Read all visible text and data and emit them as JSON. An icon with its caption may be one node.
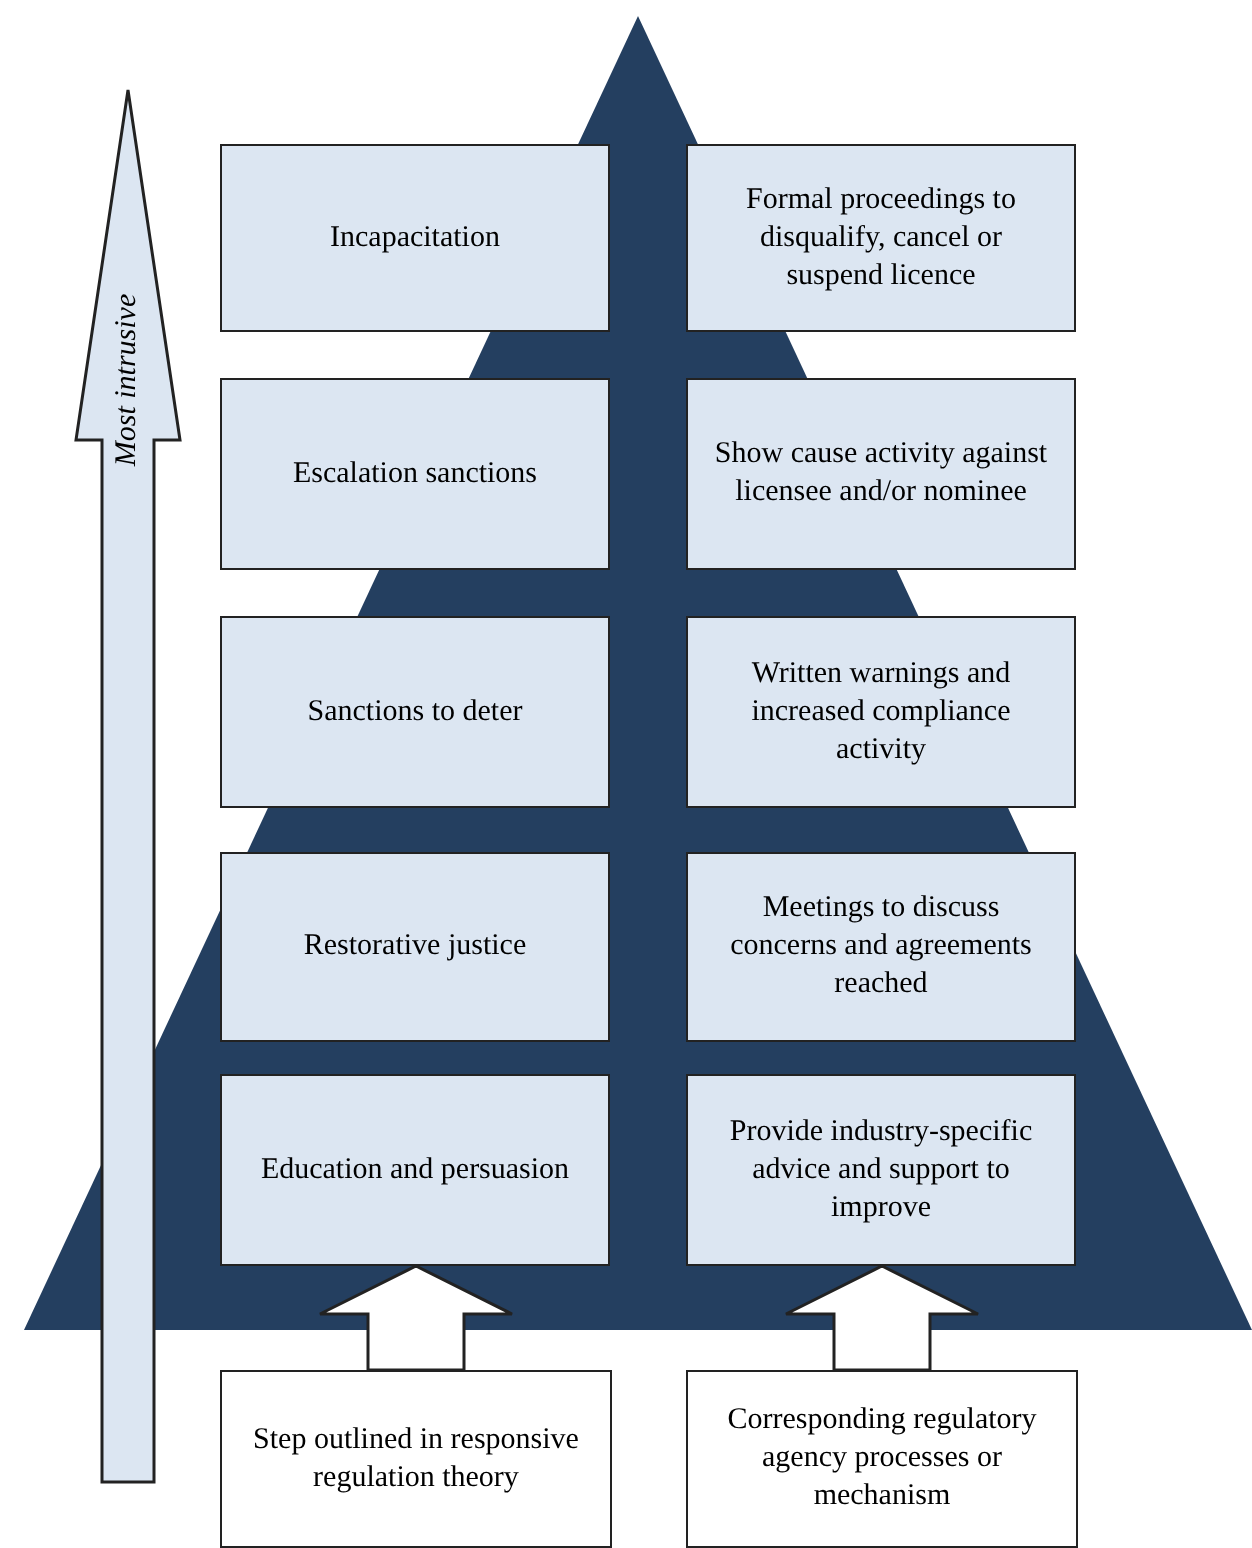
{
  "diagram": {
    "nodes": [
      {
        "text": [],
        "shape": "triangle"
      },
      {
        "text": [
          "Incapacitation"
        ],
        "in": 0
      },
      {
        "text": [
          "Formal proceedings to disqualify, cancel or suspend licence"
        ],
        "in": 0
      },
      {
        "text": [
          "Escalation sanctions"
        ],
        "in": 0
      },
      {
        "text": [
          "Show cause activity against licensee and/or nominee"
        ],
        "in": 0
      },
      {
        "text": [
          "Sanctions to deter"
        ],
        "in": 0
      },
      {
        "text": [
          "Written warnings and increased compliance activity"
        ],
        "in": 0
      },
      {
        "text": [
          "Restorative justice"
        ],
        "in": 0
      },
      {
        "text": [
          "Meetings to discuss concerns and agreements reached"
        ],
        "in": 0
      },
      {
        "text": [
          "Education and persuasion"
        ],
        "in": 0
      },
      {
        "text": [
          "Provide industry-specific advice and support to improve"
        ],
        "in": 0
      },
      {
        "text": [
          "Step outlined in responsive regulation theory"
        ]
      },
      {
        "text": [
          "Corresponding regulatory agency processes or mechanism"
        ]
      }
    ],
    "edges": [
      {
        "from": 11,
        "to": 9,
        "arrow": "to"
      },
      {
        "from": 12,
        "to": 10,
        "arrow": "to"
      }
    ],
    "labels": [
      "Most intrusive"
    ]
  }
}
